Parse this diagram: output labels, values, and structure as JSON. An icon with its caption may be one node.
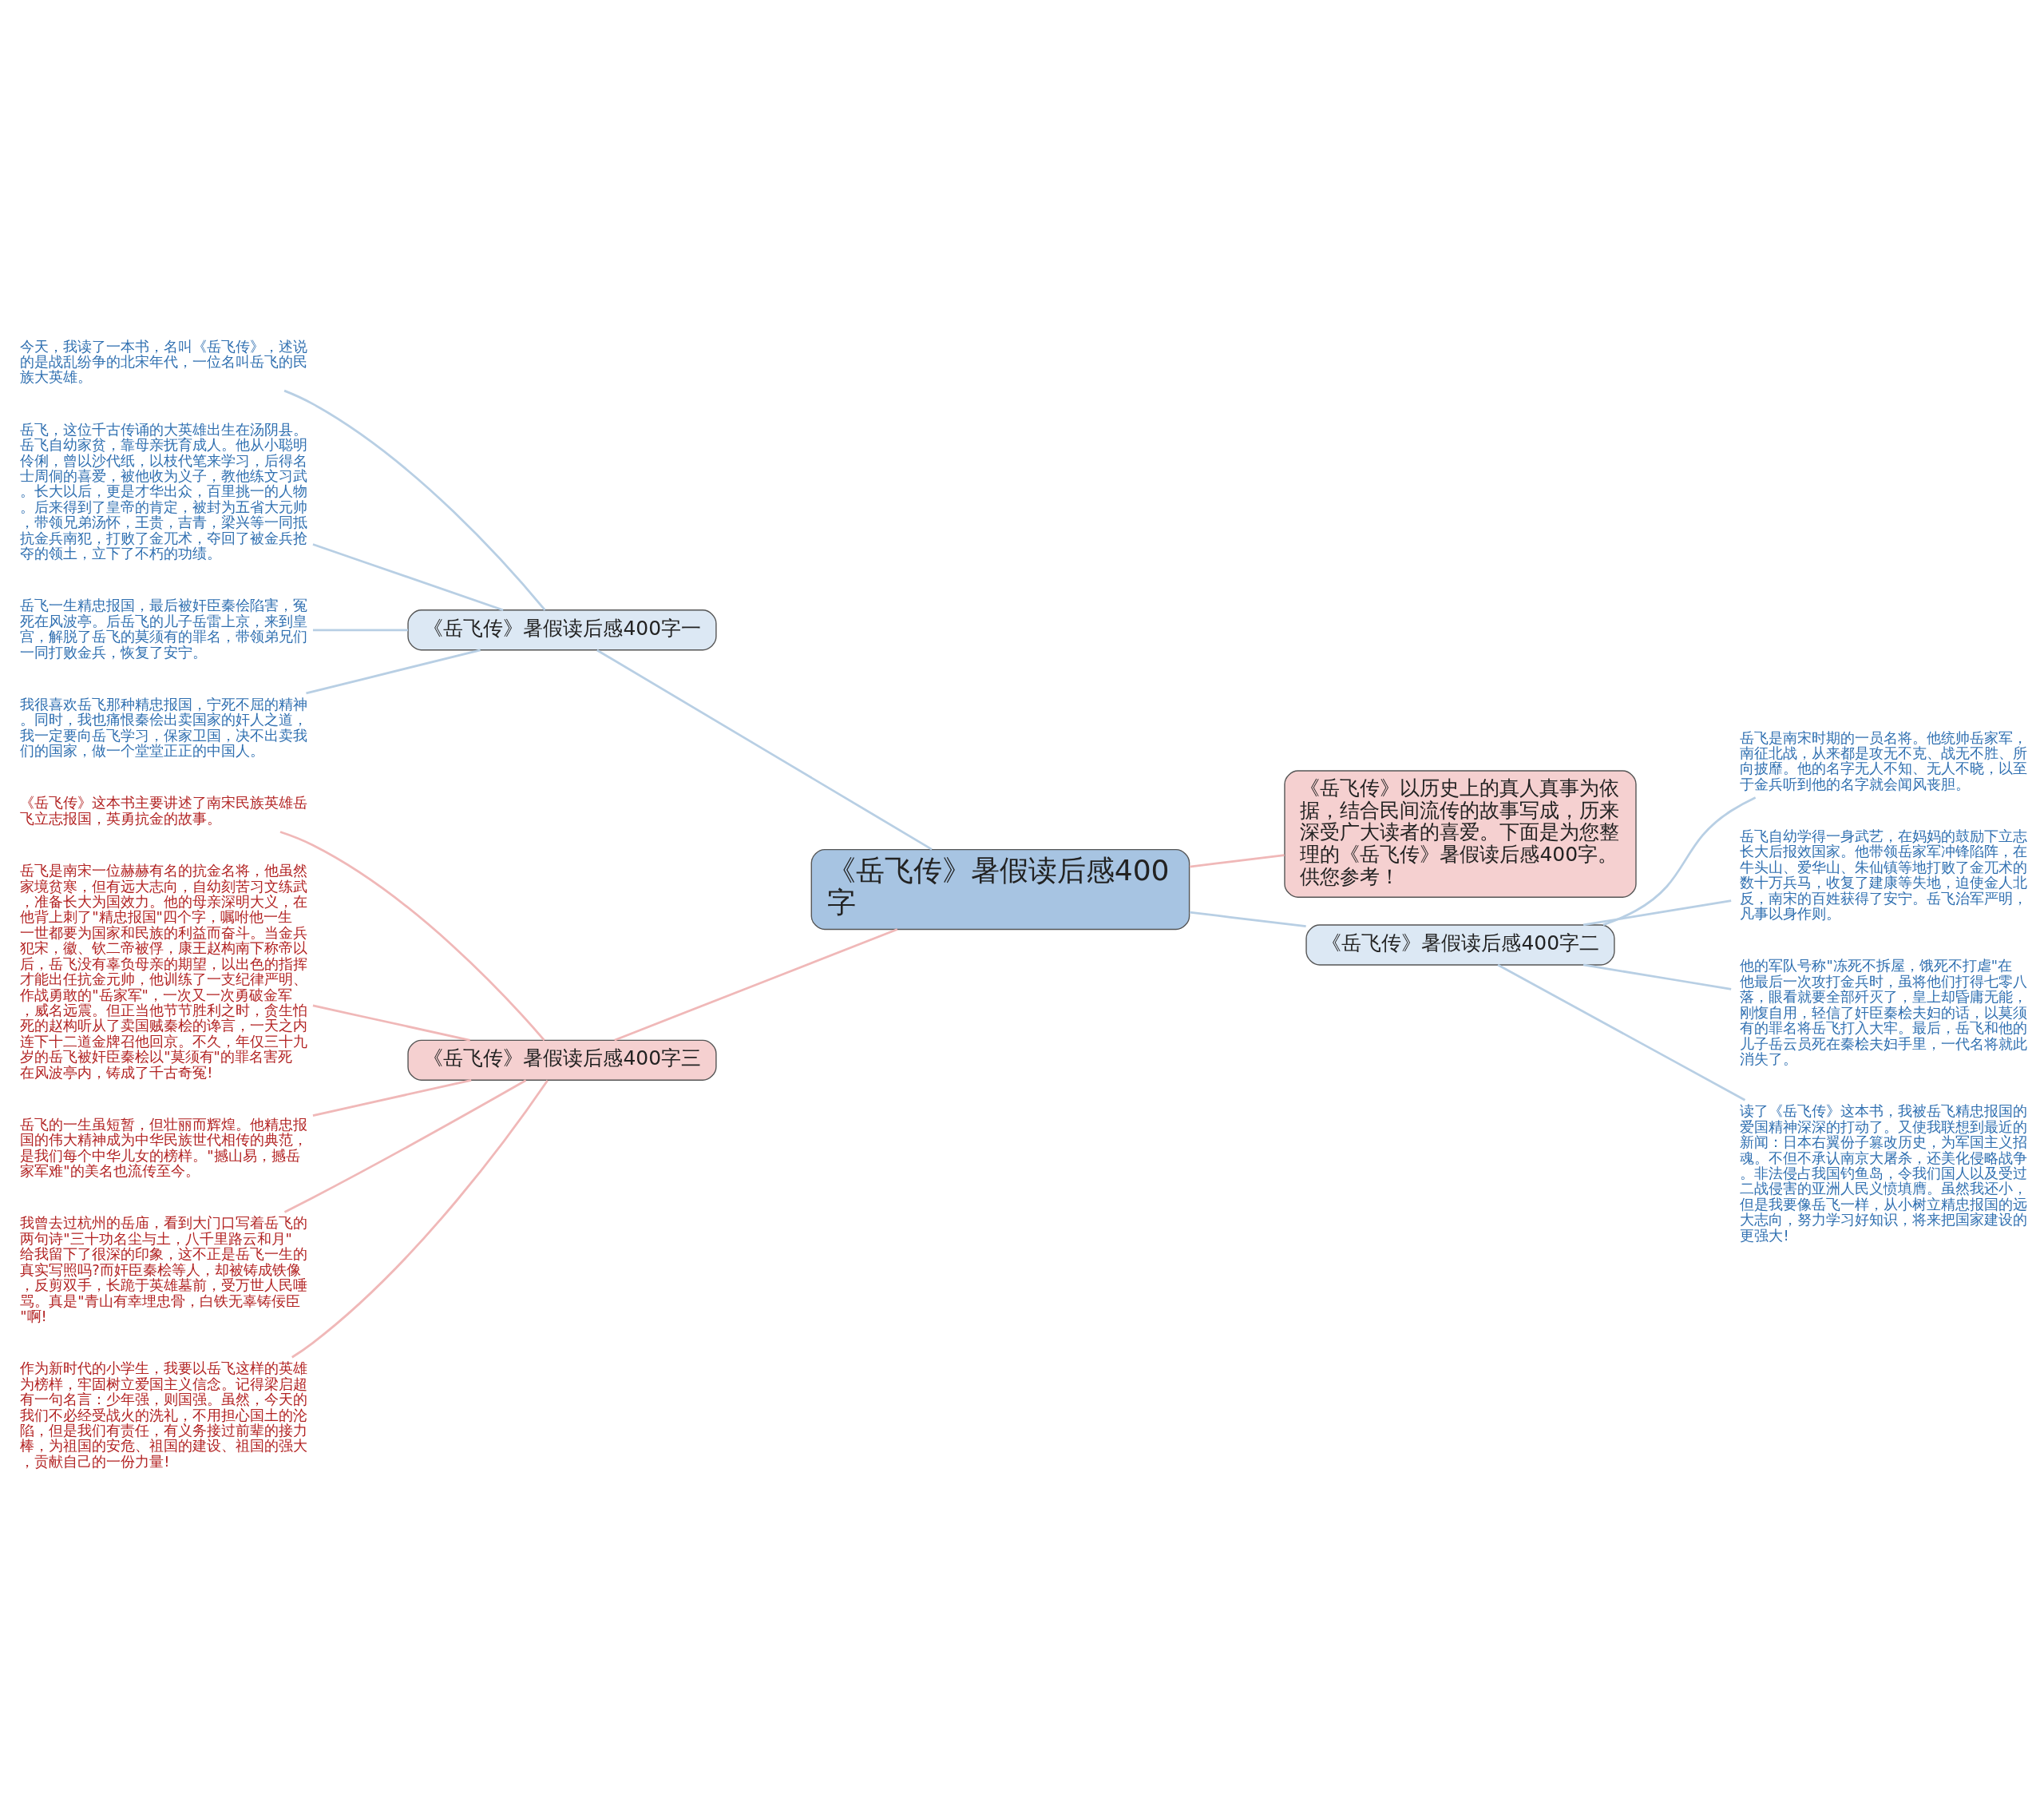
{
  "diagram": {
    "nodes": [
      {
        "text": [
          "《岳飞传》暑假读后感400字"
        ]
      },
      {
        "text": [
          "《岳飞传》暑假读后感400字一"
        ]
      },
      {
        "text": [
          "今天，我读了一本书，名叫《岳飞传》，述说的是战乱纷争的北宋年代，一位名叫岳飞的民族大英雄。"
        ]
      },
      {
        "text": [
          "岳飞，这位千古传诵的大英雄出生在汤阴县。岳飞自幼家贫，靠母亲抚育成人。他从小聪明伶俐，曾以沙代纸，以枝代笔来学习，后得名士周侗的喜爱，被他收为义子，教他练文习武。长大以后，更是才华出众，百里挑一的人物。后来得到了皇帝的肯定，被封为五省大元帅，带领兄弟汤怀，王贵，吉青，梁兴等一同抵抗金兵南犯，打败了金兀术，夺回了被金兵抢夺的领土，立下了不朽的功绩。"
        ]
      },
      {
        "text": [
          "岳飞一生精忠报国，最后被奸臣秦侩陷害，冤死在风波亭。后岳飞的儿子岳雷上京，来到皇宫，解脱了岳飞的莫须有的罪名，带领弟兄们一同打败金兵，恢复了安宁。"
        ]
      },
      {
        "text": [
          "我很喜欢岳飞那种精忠报国，宁死不屈的精神。同时，我也痛恨秦侩出卖国家的奸人之道，我一定要向岳飞学习，保家卫国，决不出卖我们的国家，做一个堂堂正正的中国人。"
        ]
      },
      {
        "text": [
          "《岳飞传》以历史上的真人真事为依据，结合民间流传的故事写成，历来深受广大读者的喜爱。下面是为您整理的《岳飞传》暑假读后感400字。供您参考！"
        ]
      },
      {
        "text": [
          "《岳飞传》暑假读后感400字二"
        ]
      },
      {
        "text": [
          "岳飞是南宋时期的一员名将。他统帅岳家军，南征北战，从来都是攻无不克、战无不胜、所向披靡。他的名字无人不知、无人不晓，以至于金兵听到他的名字就会闻风丧胆。"
        ]
      },
      {
        "text": [
          "岳飞自幼学得一身武艺，在妈妈的鼓励下立志长大后报效国家。他带领岳家军冲锋陷阵，在牛头山、爱华山、朱仙镇等地打败了金兀术的数十万兵马，收复了建康等失地，迫使金人北反，南宋的百姓获得了安宁。岳飞治军严明，凡事以身作则。"
        ]
      },
      {
        "text": [
          "他的军队号称\"冻死不拆屋，饿死不打虐\"在他最后一次攻打金兵时，虽将他们打得七零八落，眼看就要全部歼灭了，皇上却昏庸无能，刚愎自用，轻信了奸臣秦桧夫妇的话，以莫须有的罪名将岳飞打入大牢。最后，岳飞和他的儿子岳云员死在秦桧夫妇手里，一代名将就此消失了。"
        ]
      },
      {
        "text": [
          "读了《岳飞传》这本书，我被岳飞精忠报国的爱国精神深深的打动了。又使我联想到最近的新闻：日本右翼份子篡改历史，为军国主义招魂。不但不承认南京大屠杀，还美化侵略战争。非法侵占我国钓鱼岛，令我们国人以及受过二战侵害的亚洲人民义愤填膺。虽然我还小，但是我要像岳飞一样，从小树立精忠报国的远大志向，努力学习好知识，将来把国家建设的更强大!"
        ]
      },
      {
        "text": [
          "《岳飞传》暑假读后感400字三"
        ]
      },
      {
        "text": [
          "《岳飞传》这本书主要讲述了南宋民族英雄岳飞立志报国，英勇抗金的故事。"
        ]
      },
      {
        "text": [
          "岳飞是南宋一位赫赫有名的抗金名将，他虽然家境贫寒，但有远大志向，自幼刻苦习文练武，准备长大为国效力。他的母亲深明大义，在他背上刺了\"精忠报国\"四个字，嘱咐他一生一世都要为国家和民族的利益而奋斗。当金兵犯宋，徽、钦二帝被俘，康王赵构南下称帝以后，岳飞没有辜负母亲的期望，以出色的指挥才能出任抗金元帅，他训练了一支纪律严明、作战勇敢的\"岳家军\"，一次又一次勇破金军，威名远震。但正当他节节胜利之时，贪生怕死的赵构听从了卖国贼秦桧的谗言，一天之内连下十二道金牌召他回京。不久，年仅三十九岁的岳飞被奸臣秦桧以\"莫须有\"的罪名害死在风波亭内，铸成了千古奇冤!"
        ]
      },
      {
        "text": [
          "岳飞的一生虽短暂，但壮丽而辉煌。他精忠报国的伟大精神成为中华民族世代相传的典范，是我们每个中华儿女的榜样。\"撼山易，撼岳家军难\"的美名也流传至今。"
        ]
      },
      {
        "text": [
          "我曾去过杭州的岳庙，看到大门口写着岳飞的两句诗\"三十功名尘与土，八千里路云和月\"给我留下了很深的印象，这不正是岳飞一生的真实写照吗?而奸臣秦桧等人，却被铸成铁像，反剪双手，长跪于英雄墓前，受万世人民唾骂。真是\"青山有幸埋忠骨，白铁无辜铸佞臣\"啊!"
        ]
      },
      {
        "text": [
          "作为新时代的小学生，我要以岳飞这样的英雄为榜样，牢固树立爱国主义信念。记得梁启超有一句名言：少年强，则国强。虽然，今天的我们不必经受战火的洗礼，不用担心国土的沦陷，但是我们有责任，有义务接过前辈的接力棒，为祖国的安危、祖国的建设、祖国的强大，贡献自己的一份力量!"
        ]
      }
    ],
    "edges": [
      {
        "from": 0,
        "to": 1,
        "arrow": "none"
      },
      {
        "from": 1,
        "to": 2,
        "arrow": "none"
      },
      {
        "from": 1,
        "to": 3,
        "arrow": "none"
      },
      {
        "from": 1,
        "to": 4,
        "arrow": "none"
      },
      {
        "from": 1,
        "to": 5,
        "arrow": "none"
      },
      {
        "from": 0,
        "to": 6,
        "arrow": "none",
        "color": "#f0b8b8"
      },
      {
        "from": 0,
        "to": 7,
        "arrow": "none"
      },
      {
        "from": 7,
        "to": 8,
        "arrow": "none"
      },
      {
        "from": 7,
        "to": 9,
        "arrow": "none"
      },
      {
        "from": 7,
        "to": 10,
        "arrow": "none"
      },
      {
        "from": 7,
        "to": 11,
        "arrow": "none"
      },
      {
        "from": 0,
        "to": 12,
        "arrow": "none",
        "color": "#f0b8b8"
      },
      {
        "from": 12,
        "to": 13,
        "arrow": "none",
        "color": "#f0b8b8"
      },
      {
        "from": 12,
        "to": 14,
        "arrow": "none",
        "color": "#f0b8b8"
      },
      {
        "from": 12,
        "to": 15,
        "arrow": "none",
        "color": "#f0b8b8"
      },
      {
        "from": 12,
        "to": 16,
        "arrow": "none",
        "color": "#f0b8b8"
      },
      {
        "from": 12,
        "to": 17,
        "arrow": "none",
        "color": "#f0b8b8"
      }
    ]
  }
}
